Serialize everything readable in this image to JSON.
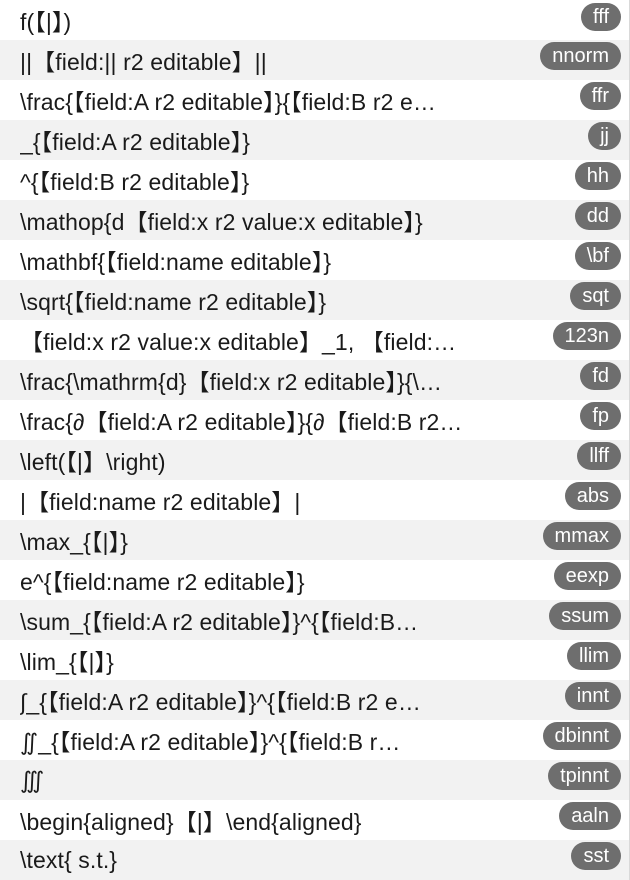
{
  "snippets": [
    {
      "text": "f(【|】)",
      "shortcut": "fff"
    },
    {
      "text": "||【field:|| r2 editable】||",
      "shortcut": "nnorm"
    },
    {
      "text": "\\frac{【field:A r2 editable】}{【field:B r2 e…",
      "shortcut": "ffr"
    },
    {
      "text": "_{【field:A r2 editable】}",
      "shortcut": "jj"
    },
    {
      "text": "^{【field:B r2 editable】}",
      "shortcut": "hh"
    },
    {
      "text": "\\mathop{d【field:x r2 value:x editable】}",
      "shortcut": "dd"
    },
    {
      "text": "\\mathbf{【field:name editable】}",
      "shortcut": "\\bf"
    },
    {
      "text": "\\sqrt{【field:name r2 editable】}",
      "shortcut": "sqt"
    },
    {
      "text": "【field:x r2 value:x editable】_1, 【field:…",
      "shortcut": "123n"
    },
    {
      "text": "\\frac{\\mathrm{d}【field:x r2 editable】}{\\…",
      "shortcut": "fd"
    },
    {
      "text": "\\frac{∂【field:A r2 editable】}{∂【field:B r2…",
      "shortcut": "fp"
    },
    {
      "text": "\\left(【|】\\right)",
      "shortcut": "llff"
    },
    {
      "text": "|【field:name r2 editable】|",
      "shortcut": "abs"
    },
    {
      "text": "\\max_{【|】}",
      "shortcut": "mmax"
    },
    {
      "text": "e^{【field:name r2 editable】}",
      "shortcut": "eexp"
    },
    {
      "text": "\\sum_{【field:A r2 editable】}^{【field:B…",
      "shortcut": "ssum"
    },
    {
      "text": "\\lim_{【|】}",
      "shortcut": "llim"
    },
    {
      "text": "∫_{【field:A r2 editable】}^{【field:B r2 e…",
      "shortcut": "innt"
    },
    {
      "text": "∬_{【field:A r2 editable】}^{【field:B r…",
      "shortcut": "dbinnt"
    },
    {
      "text": "∭",
      "shortcut": "tpinnt"
    },
    {
      "text": "\\begin{aligned}【|】\\end{aligned}",
      "shortcut": "aaln"
    },
    {
      "text": "\\text{ s.t.}",
      "shortcut": "sst"
    }
  ]
}
